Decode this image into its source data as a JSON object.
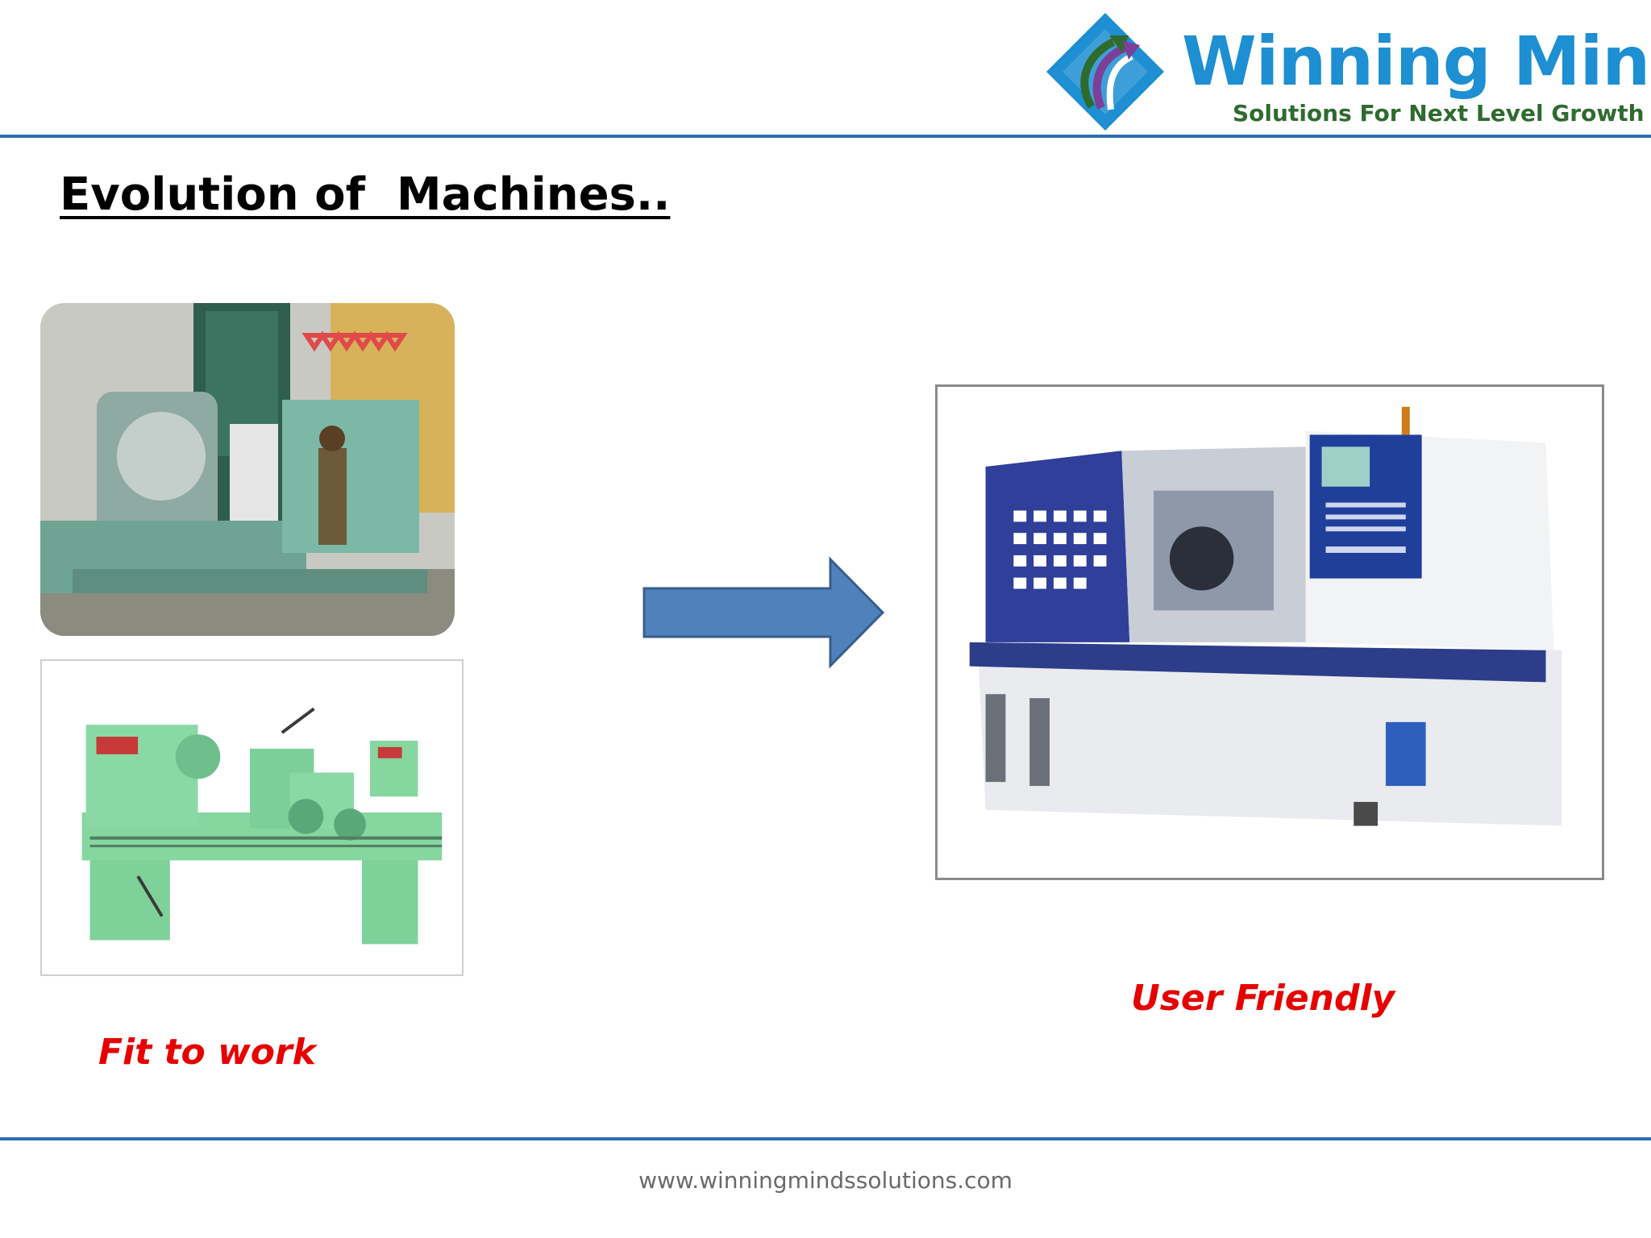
{
  "header": {
    "brand_name": "Winning Minds",
    "tagline": "Solutions For Next Level Growth",
    "colors": {
      "brand_blue": "#1d8fd2",
      "tagline_green": "#2e6b2f",
      "rule_blue": "#2f6fb3"
    }
  },
  "slide": {
    "title": "Evolution of  Machines.."
  },
  "images": {
    "old_machine_icon": "old-industrial-machine-photo",
    "lathe_icon": "conventional-lathe-photo",
    "cnc_icon": "cnc-machine-photo",
    "arrow_icon": "right-arrow"
  },
  "captions": {
    "left": "Fit to work",
    "right": "User Friendly",
    "color": "#e60000"
  },
  "footer": {
    "url": "www.winningmindssolutions.com"
  }
}
